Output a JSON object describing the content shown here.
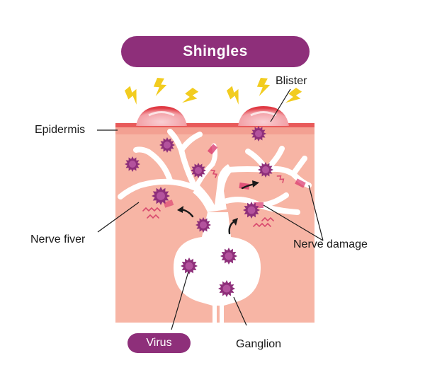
{
  "title": "Shingles",
  "labels": {
    "epidermis": "Epidermis",
    "blister": "Blister",
    "nerve_fiber": "Nerve fiver",
    "nerve_damage": "Nerve damage",
    "ganglion": "Ganglion",
    "virus": "Virus"
  },
  "colors": {
    "accent": "#8e2f7a",
    "skin": "#f7b5a5",
    "epidermis": "#e85a5a",
    "nerve": "#ffffff",
    "virus": "#8e2f7a",
    "pain": "#f2cc1f",
    "irritation": "#d94a6e"
  },
  "icons": [
    "lightning-bolt-icon",
    "virus-particle-icon",
    "arrow-icon"
  ]
}
